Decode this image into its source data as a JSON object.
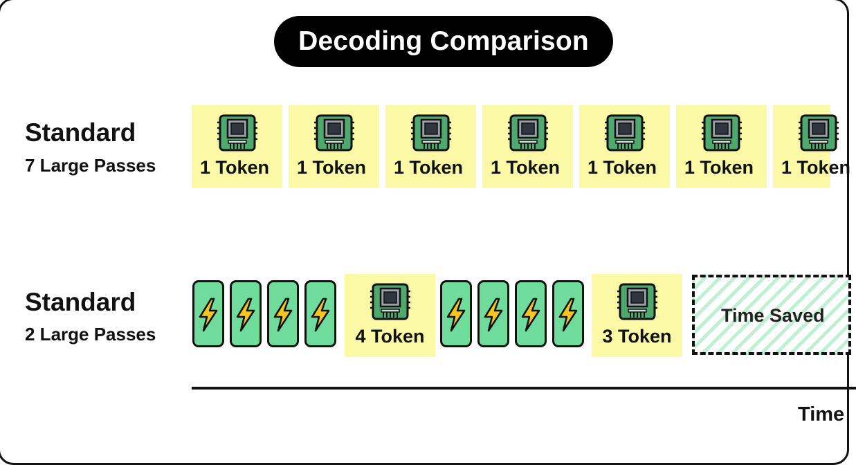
{
  "title": "Decoding Comparison",
  "rows": [
    {
      "title": "Standard",
      "subtitle": "7 Large Passes",
      "tokens": [
        "1 Token",
        "1 Token",
        "1 Token",
        "1 Token",
        "1 Token",
        "1 Token",
        "1 Token"
      ]
    },
    {
      "title": "Standard",
      "subtitle": "2 Large Passes",
      "segments": [
        {
          "draft_passes": 4,
          "verify_label": "4 Token"
        },
        {
          "draft_passes": 4,
          "verify_label": "3 Token"
        }
      ],
      "time_saved_label": "Time Saved"
    }
  ],
  "axis_label": "Time",
  "icons": {
    "large_pass": "chip-icon",
    "draft_pass": "lightning-icon"
  },
  "colors": {
    "token_background": "#fbf8a6",
    "draft_fill": "#6fdc9b",
    "chip_board": "#4fa96f",
    "lightning": "#f7c520",
    "time_saved_stripes": "#bff0d4"
  }
}
